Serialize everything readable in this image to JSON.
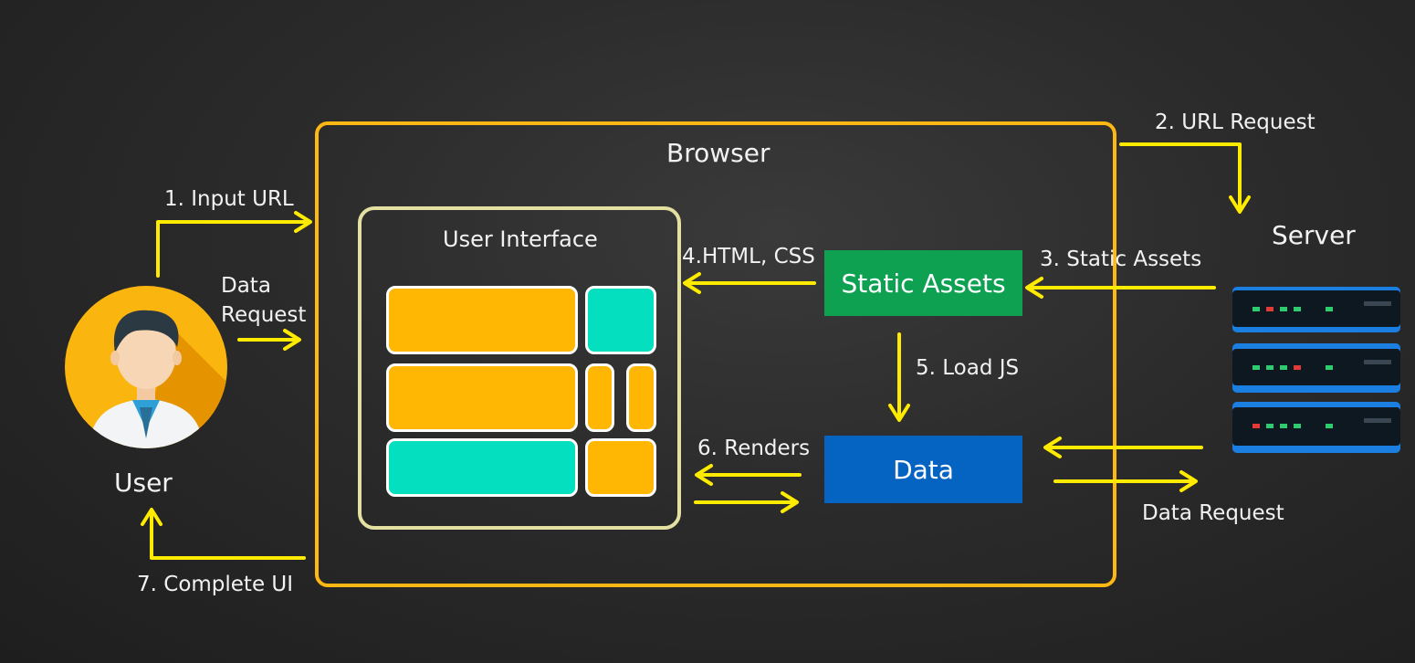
{
  "title": "Browser",
  "ui_panel": {
    "title": "User Interface"
  },
  "nodes": {
    "static_assets": "Static Assets",
    "data": "Data"
  },
  "actors": {
    "user": "User",
    "server": "Server"
  },
  "steps": {
    "input_url": "1. Input URL",
    "url_request": "2. URL Request",
    "static_assets": "3. Static Assets",
    "html_css": "4.HTML, CSS",
    "load_js": "5. Load JS",
    "renders": "6. Renders",
    "complete_ui": "7. Complete UI"
  },
  "requests": {
    "user_data_request": "Data\nRequest",
    "server_data_request": "Data Request"
  },
  "colors": {
    "arrow": "#ffeb00",
    "browser_border": "#fdb813",
    "ui_border": "#e3e0a2",
    "block_yellow": "#ffb703",
    "block_teal": "#03dfbf",
    "static_assets_fill": "#0ea151",
    "data_fill": "#0563c1",
    "server_blue": "#1a7fe0"
  }
}
